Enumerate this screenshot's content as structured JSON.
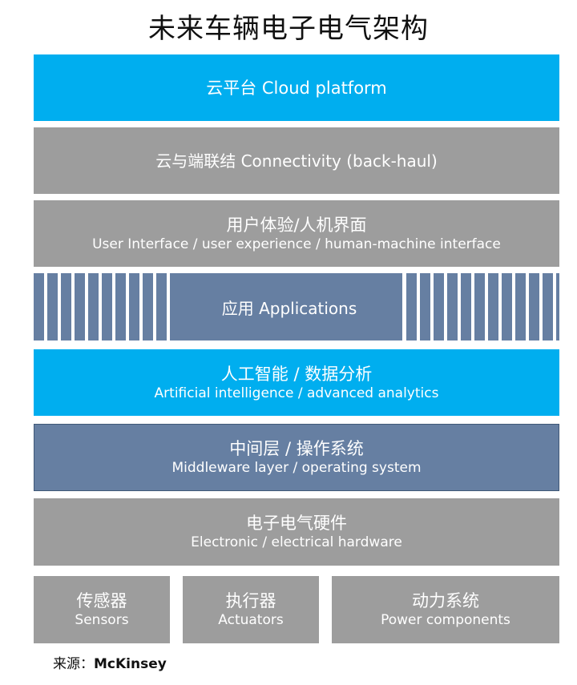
{
  "title": "未来车辆电子电气架构",
  "layers": {
    "cloud": {
      "text": "云平台 Cloud platform"
    },
    "connectivity": {
      "text": "云与端联结 Connectivity (back-haul)"
    },
    "ui": {
      "zh": "用户体验/人机界面",
      "en": "User Interface / user experience / human-machine interface"
    },
    "applications": {
      "text": "应用 Applications"
    },
    "ai": {
      "zh": "人工智能 / 数据分析",
      "en": "Artificial intelligence / advanced analytics"
    },
    "middleware": {
      "zh": "中间层 / 操作系统",
      "en": "Middleware layer / operating system"
    },
    "hardware": {
      "zh": "电子电气硬件",
      "en": "Electronic / electrical hardware"
    }
  },
  "components": [
    {
      "zh": "传感器",
      "en": "Sensors"
    },
    {
      "zh": "执行器",
      "en": "Actuators"
    },
    {
      "zh": "动力系统",
      "en": "Power components"
    }
  ],
  "source": {
    "label": "来源：",
    "value": "McKinsey"
  },
  "colors": {
    "blue": "#00aeef",
    "gray": "#9d9d9d",
    "slate": "#667fa2"
  }
}
